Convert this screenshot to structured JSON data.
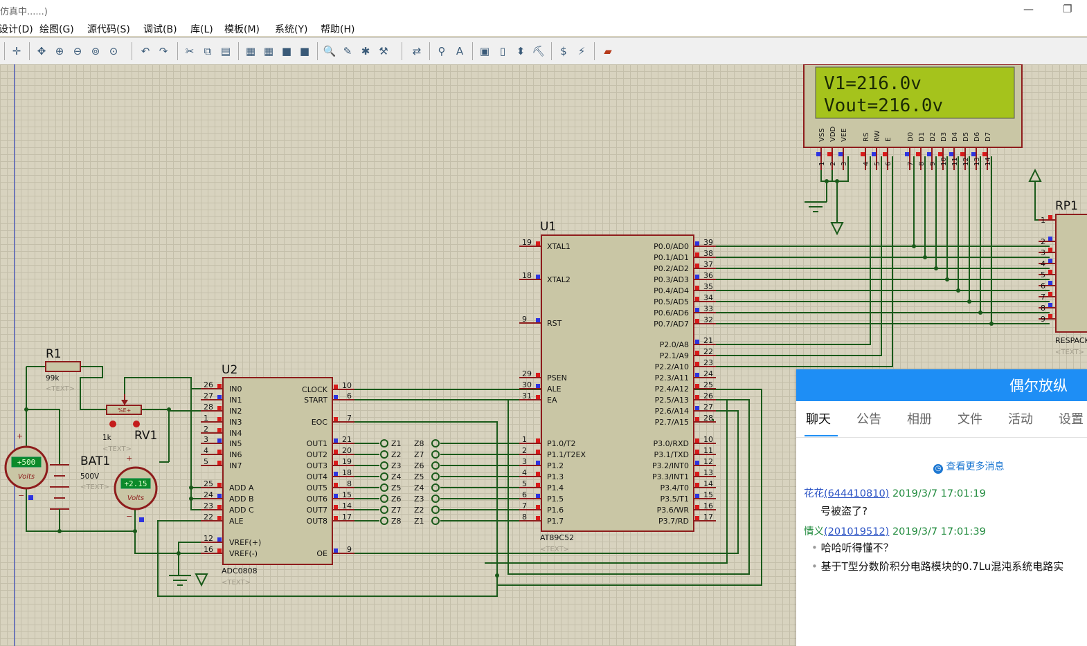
{
  "window": {
    "title": "仿真中......)"
  },
  "menu": [
    "设计(D)",
    "绘图(G)",
    "源代码(S)",
    "调试(B)",
    "库(L)",
    "模板(M)",
    "系统(Y)",
    "帮助(H)"
  ],
  "lcd": {
    "line1": "V1=216.0v",
    "line2": "Vout=216.0v",
    "pins": [
      "VSS",
      "VDD",
      "VEE",
      "RS",
      "RW",
      "E",
      "D0",
      "D1",
      "D2",
      "D3",
      "D4",
      "D5",
      "D6",
      "D7"
    ],
    "pin_numbers": [
      "1",
      "2",
      "3",
      "4",
      "5",
      "6",
      "7",
      "8",
      "9",
      "10",
      "11",
      "12",
      "13",
      "14"
    ]
  },
  "u1": {
    "ref": "U1",
    "part": "AT89C52",
    "text": "<TEXT>",
    "left_pins": [
      {
        "num": "19",
        "name": "XTAL1"
      },
      {
        "num": "18",
        "name": "XTAL2"
      },
      {
        "num": "9",
        "name": "RST"
      },
      {
        "num": "29",
        "name": "PSEN"
      },
      {
        "num": "30",
        "name": "ALE"
      },
      {
        "num": "31",
        "name": "EA"
      },
      {
        "num": "1",
        "name": "P1.0/T2"
      },
      {
        "num": "2",
        "name": "P1.1/T2EX"
      },
      {
        "num": "3",
        "name": "P1.2"
      },
      {
        "num": "4",
        "name": "P1.3"
      },
      {
        "num": "5",
        "name": "P1.4"
      },
      {
        "num": "6",
        "name": "P1.5"
      },
      {
        "num": "7",
        "name": "P1.6"
      },
      {
        "num": "8",
        "name": "P1.7"
      }
    ],
    "right_pins": [
      {
        "num": "39",
        "name": "P0.0/AD0"
      },
      {
        "num": "38",
        "name": "P0.1/AD1"
      },
      {
        "num": "37",
        "name": "P0.2/AD2"
      },
      {
        "num": "36",
        "name": "P0.3/AD3"
      },
      {
        "num": "35",
        "name": "P0.4/AD4"
      },
      {
        "num": "34",
        "name": "P0.5/AD5"
      },
      {
        "num": "33",
        "name": "P0.6/AD6"
      },
      {
        "num": "32",
        "name": "P0.7/AD7"
      },
      {
        "num": "21",
        "name": "P2.0/A8"
      },
      {
        "num": "22",
        "name": "P2.1/A9"
      },
      {
        "num": "23",
        "name": "P2.2/A10"
      },
      {
        "num": "24",
        "name": "P2.3/A11"
      },
      {
        "num": "25",
        "name": "P2.4/A12"
      },
      {
        "num": "26",
        "name": "P2.5/A13"
      },
      {
        "num": "27",
        "name": "P2.6/A14"
      },
      {
        "num": "28",
        "name": "P2.7/A15"
      },
      {
        "num": "10",
        "name": "P3.0/RXD"
      },
      {
        "num": "11",
        "name": "P3.1/TXD"
      },
      {
        "num": "12",
        "name": "P3.2/INT0"
      },
      {
        "num": "13",
        "name": "P3.3/INT1"
      },
      {
        "num": "14",
        "name": "P3.4/T0"
      },
      {
        "num": "15",
        "name": "P3.5/T1"
      },
      {
        "num": "16",
        "name": "P3.6/WR"
      },
      {
        "num": "17",
        "name": "P3.7/RD"
      }
    ]
  },
  "u2": {
    "ref": "U2",
    "part": "ADC0808",
    "text": "<TEXT>",
    "left_pins": [
      {
        "num": "26",
        "name": "IN0"
      },
      {
        "num": "27",
        "name": "IN1"
      },
      {
        "num": "28",
        "name": "IN2"
      },
      {
        "num": "1",
        "name": "IN3"
      },
      {
        "num": "2",
        "name": "IN4"
      },
      {
        "num": "3",
        "name": "IN5"
      },
      {
        "num": "4",
        "name": "IN6"
      },
      {
        "num": "5",
        "name": "IN7"
      },
      {
        "num": "25",
        "name": "ADD A"
      },
      {
        "num": "24",
        "name": "ADD B"
      },
      {
        "num": "23",
        "name": "ADD C"
      },
      {
        "num": "22",
        "name": "ALE"
      },
      {
        "num": "12",
        "name": "VREF(+)"
      },
      {
        "num": "16",
        "name": "VREF(-)"
      }
    ],
    "right_pins": [
      {
        "num": "10",
        "name": "CLOCK"
      },
      {
        "num": "6",
        "name": "START"
      },
      {
        "num": "7",
        "name": "EOC"
      },
      {
        "num": "21",
        "name": "OUT1"
      },
      {
        "num": "20",
        "name": "OUT2"
      },
      {
        "num": "19",
        "name": "OUT3"
      },
      {
        "num": "18",
        "name": "OUT4"
      },
      {
        "num": "8",
        "name": "OUT5"
      },
      {
        "num": "15",
        "name": "OUT6"
      },
      {
        "num": "14",
        "name": "OUT7"
      },
      {
        "num": "17",
        "name": "OUT8"
      },
      {
        "num": "9",
        "name": "OE"
      }
    ]
  },
  "terminals": {
    "z_left": [
      "Z1",
      "Z2",
      "Z3",
      "Z4",
      "Z5",
      "Z6",
      "Z7",
      "Z8"
    ],
    "z_right": [
      "Z8",
      "Z7",
      "Z6",
      "Z5",
      "Z4",
      "Z3",
      "Z2",
      "Z1"
    ]
  },
  "r1": {
    "ref": "R1",
    "value": "99k",
    "text": "<TEXT>"
  },
  "rv1": {
    "ref": "RV1",
    "value": "1k",
    "text": "<TEXT>",
    "wiper": "%E+"
  },
  "bat1": {
    "ref": "BAT1",
    "value": "500V",
    "text": "<TEXT>"
  },
  "voltmeter1": {
    "reading": "+500",
    "unit": "Volts"
  },
  "voltmeter2": {
    "reading": "+2.15",
    "unit": "Volts"
  },
  "rp1": {
    "ref": "RP1",
    "text": "<TEXT>",
    "label": "RESPACK",
    "pin_numbers": [
      "1",
      "2",
      "3",
      "4",
      "5",
      "6",
      "7",
      "8",
      "9"
    ]
  },
  "chat": {
    "group_name": "偶尔放纵",
    "tabs": [
      "聊天",
      "公告",
      "相册",
      "文件",
      "活动",
      "设置"
    ],
    "more_messages": "查看更多消息",
    "messages": [
      {
        "sender": "花花",
        "uid": "(644410810)",
        "time": "2019/3/7 17:01:19",
        "lines": [
          "号被盗了?"
        ]
      },
      {
        "sender": "情义",
        "uid": "(201019512)",
        "time": "2019/3/7 17:01:39",
        "lines": [
          "哈哈听得懂不？",
          "基于T型分数阶积分电路模块的0.7Lu混沌系统电路实"
        ]
      }
    ]
  },
  "colors": {
    "wire": "#1a5a1a",
    "part_fill": "#c9c6a5",
    "part_border": "#8e1c1c",
    "lcd_bg": "#a5c31c",
    "accent": "#1e8ef5"
  }
}
